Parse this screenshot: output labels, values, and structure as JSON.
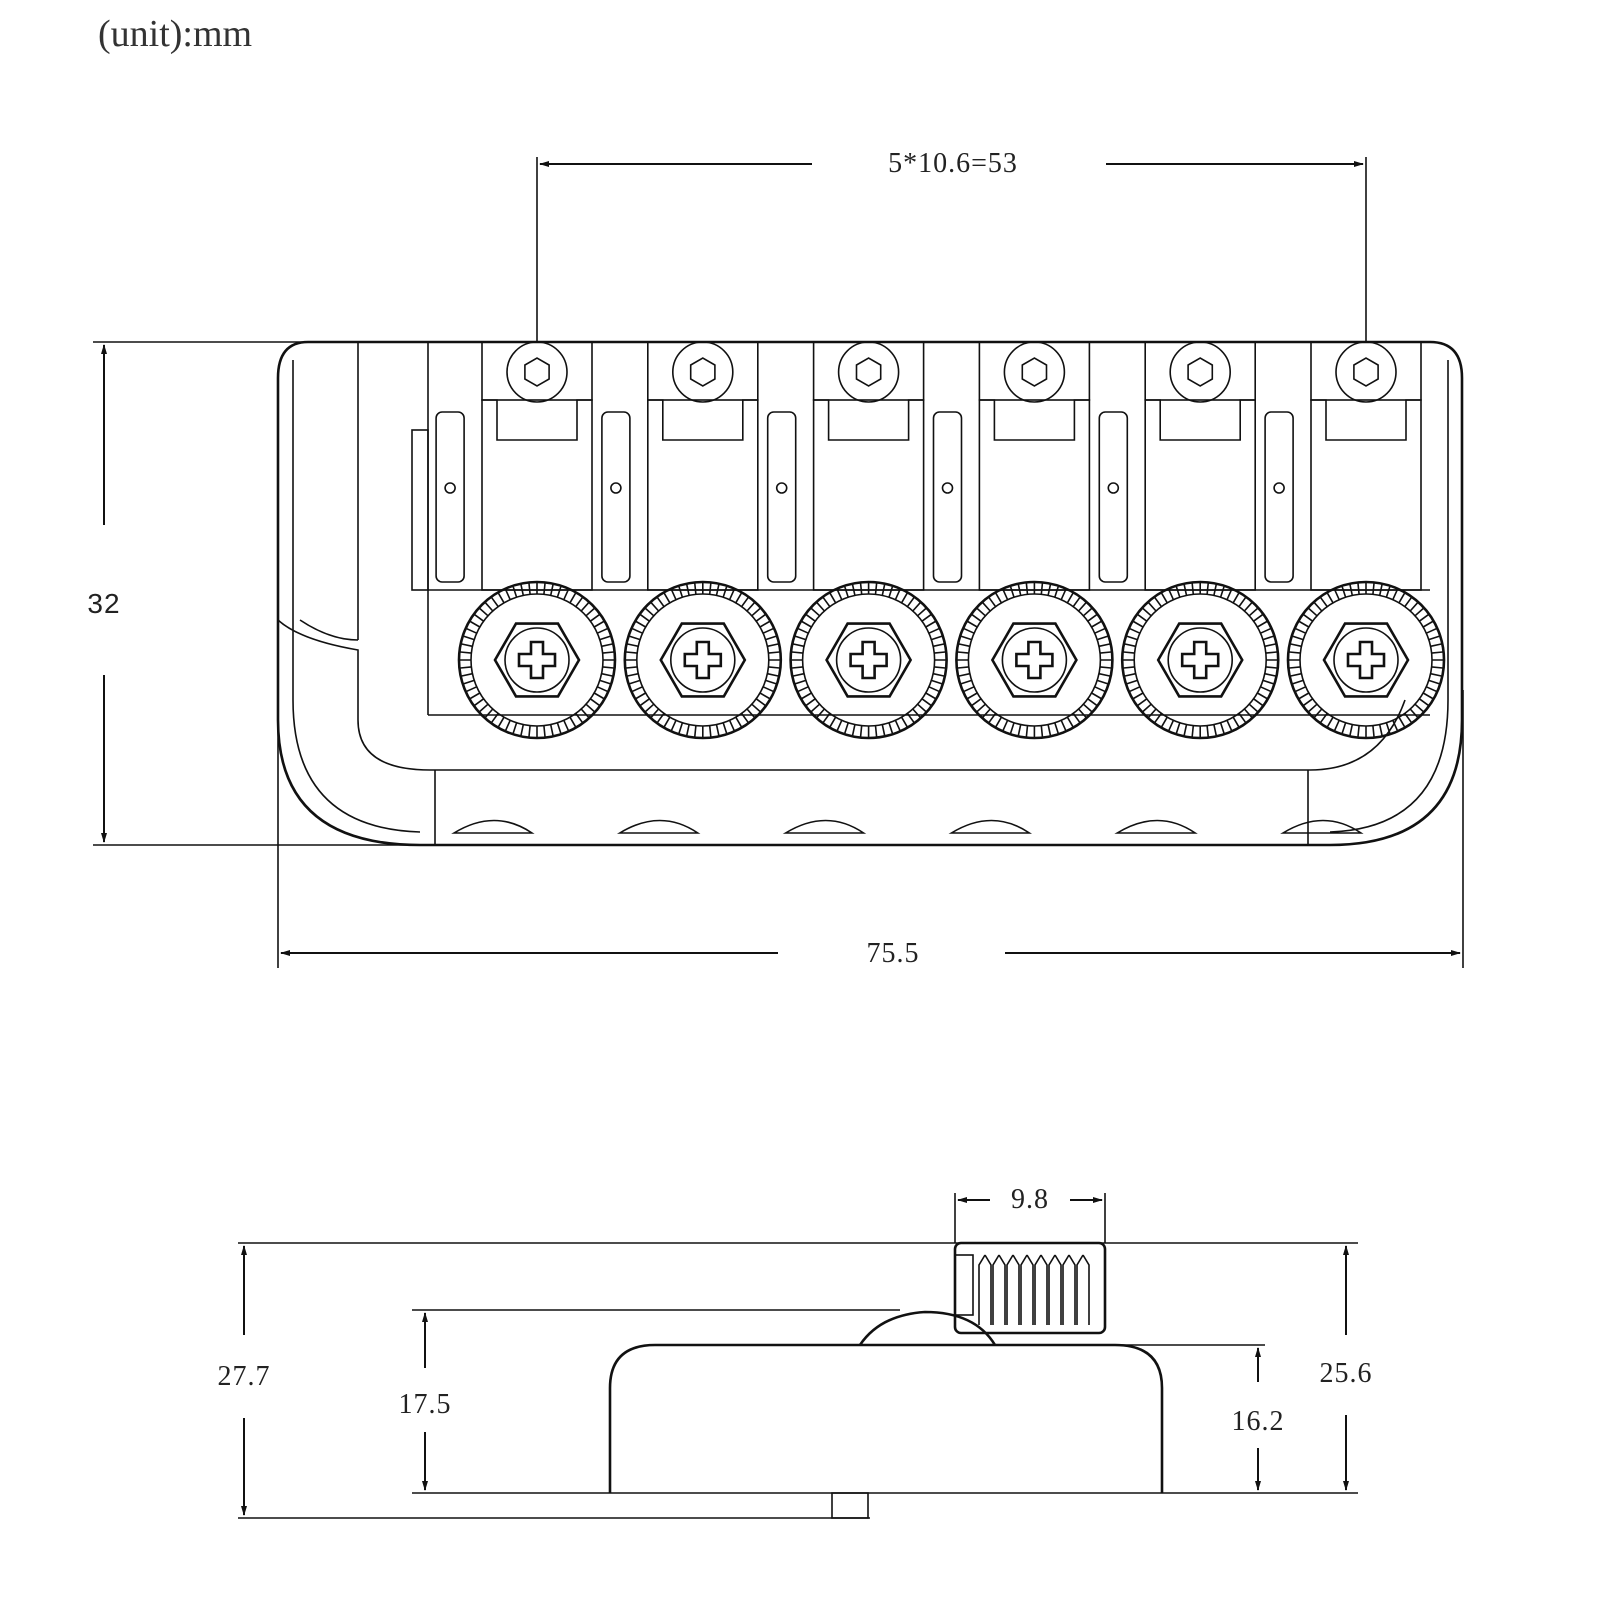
{
  "unit_label": "(unit):mm",
  "top_view": {
    "spacing": "5*10.6=53",
    "width": "75.5",
    "height": "32",
    "saddle_count": 6
  },
  "side_view": {
    "knob_width": "9.8",
    "total_height": "27.7",
    "saddle_height": "17.5",
    "knob_top_height": "25.6",
    "base_height": "16.2"
  }
}
